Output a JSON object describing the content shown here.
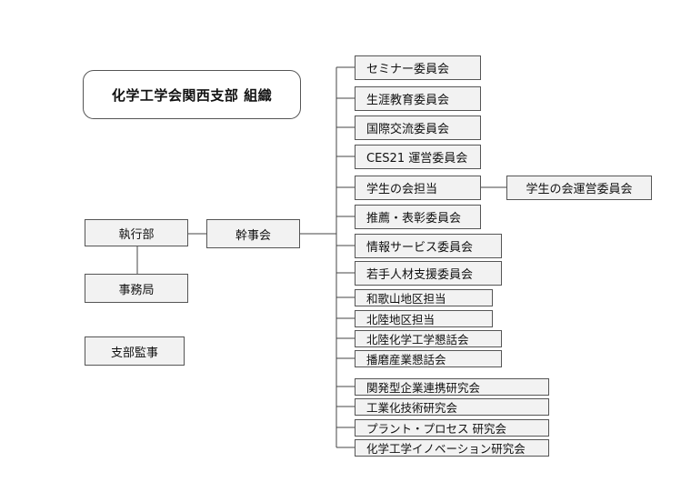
{
  "title": "化学工学会関西支部 組織",
  "executive": "執行部",
  "board": "幹事会",
  "secretariat": "事務局",
  "auditor": "支部監事",
  "committees": [
    "セミナー委員会",
    "生涯教育委員会",
    "国際交流委員会",
    "CES21 運営委員会",
    "学生の会担当",
    "推薦・表彰委員会",
    "情報サービス委員会",
    "若手人材支援委員会",
    "和歌山地区担当",
    "北陸地区担当",
    "北陸化学工学懇話会",
    "播磨産業懇話会",
    "関発型企業連携研究会",
    "工業化技術研究会",
    "プラント・プロセス 研究会",
    "化学工学イノベーション研究会"
  ],
  "student_sub": "学生の会運営委員会"
}
